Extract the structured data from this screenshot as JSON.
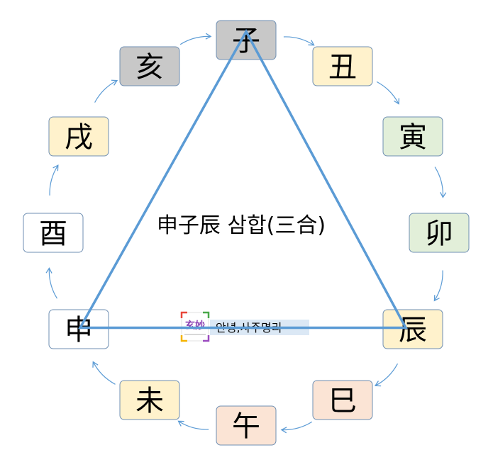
{
  "title": "申子辰 삼합(三合)",
  "colors": {
    "line": "#5b9bd5",
    "arrow": "#5b9bd5",
    "border": "#6f8fb3",
    "gray": "#c8c8c8",
    "yellow": "#fff2cc",
    "green": "#e2efd9",
    "peach": "#fbe4d5",
    "white": "#ffffff"
  },
  "nodes": [
    {
      "id": "ja",
      "label": "子",
      "fill": "gray"
    },
    {
      "id": "chuk",
      "label": "丑",
      "fill": "yellow"
    },
    {
      "id": "in",
      "label": "寅",
      "fill": "green"
    },
    {
      "id": "myo",
      "label": "卯",
      "fill": "green"
    },
    {
      "id": "jin",
      "label": "辰",
      "fill": "yellow"
    },
    {
      "id": "sa",
      "label": "巳",
      "fill": "peach"
    },
    {
      "id": "o",
      "label": "午",
      "fill": "peach"
    },
    {
      "id": "mi",
      "label": "未",
      "fill": "yellow"
    },
    {
      "id": "sin",
      "label": "申",
      "fill": "white"
    },
    {
      "id": "yu",
      "label": "酉",
      "fill": "white"
    },
    {
      "id": "sul",
      "label": "戌",
      "fill": "yellow"
    },
    {
      "id": "hae",
      "label": "亥",
      "fill": "gray"
    }
  ],
  "triangle": [
    "ja",
    "jin",
    "sin"
  ],
  "watermark": {
    "logo_text": "玄妙",
    "text": "안녕,사주명리"
  }
}
